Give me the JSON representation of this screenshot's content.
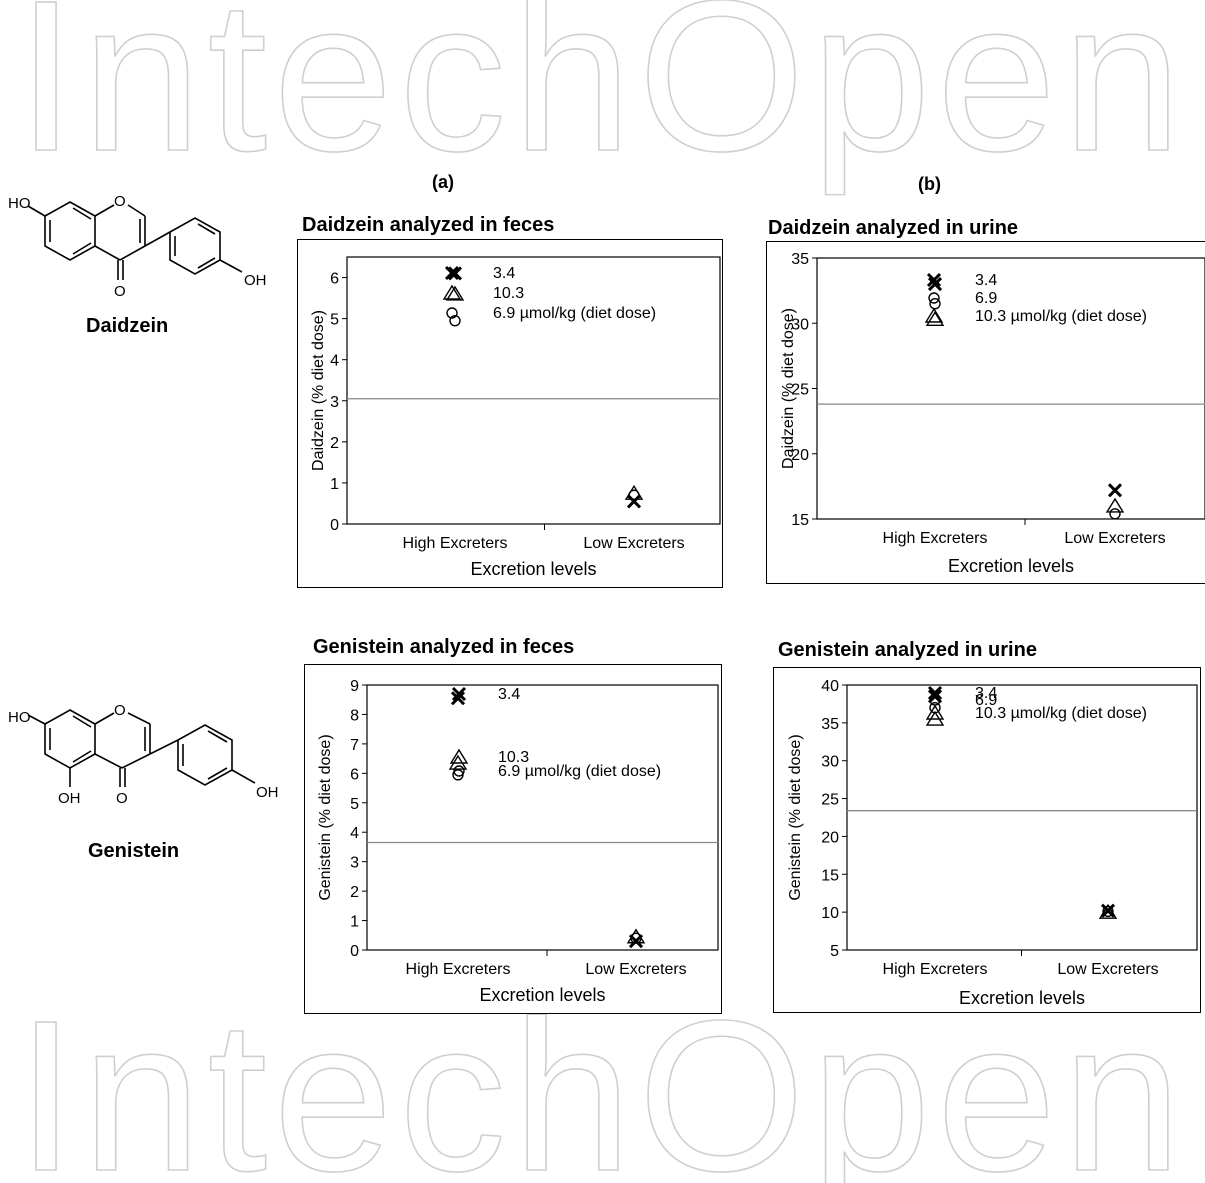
{
  "watermark": "IntechOpen",
  "molecules": [
    {
      "name": "Daidzein",
      "labels": {
        "ho": "HO",
        "oh": "OH",
        "ring_o": "O",
        "keto_o": "O"
      }
    },
    {
      "name": "Genistein",
      "labels": {
        "ho": "HO",
        "oh": "OH",
        "oh5": "OH",
        "ring_o": "O",
        "keto_o": "O"
      }
    }
  ],
  "panel_letters": {
    "a": "(a)",
    "b": "(b)"
  },
  "chart_data": [
    {
      "type": "scatter",
      "title": "Daidzein analyzed in feces",
      "ylabel": "Daidzein (% diet dose)",
      "xlabel": "Excretion levels",
      "categories": [
        "High Excreters",
        "Low Excreters"
      ],
      "ylim": [
        0,
        6.5
      ],
      "yticks": [
        0,
        1,
        2,
        3,
        4,
        5,
        6
      ],
      "reference_line": 3.05,
      "series": [
        {
          "name": "3.4",
          "marker": "x",
          "values": [
            6.1,
            0.55
          ]
        },
        {
          "name": "10.3",
          "marker": "triangle",
          "values": [
            5.6,
            0.75
          ]
        },
        {
          "name": "6.9 µmol/kg (diet dose)",
          "marker": "circle",
          "values": [
            4.95,
            0.7
          ]
        }
      ]
    },
    {
      "type": "scatter",
      "title": "Daidzein analyzed in urine",
      "ylabel": "Daidzein (% diet dose)",
      "xlabel": "Excretion levels",
      "categories": [
        "High Excreters",
        "Low Excreters"
      ],
      "ylim": [
        15,
        35
      ],
      "yticks": [
        15,
        20,
        25,
        30,
        35
      ],
      "reference_line": 23.8,
      "series": [
        {
          "name": "3.4",
          "marker": "x",
          "values": [
            33.0,
            17.2
          ]
        },
        {
          "name": "6.9",
          "marker": "circle",
          "values": [
            31.5,
            15.4
          ]
        },
        {
          "name": "10.3 µmol/kg (diet dose)",
          "marker": "triangle",
          "values": [
            30.3,
            16.0
          ]
        }
      ]
    },
    {
      "type": "scatter",
      "title": "Genistein analyzed in feces",
      "ylabel": "Genistein (% diet dose)",
      "xlabel": "Excretion levels",
      "categories": [
        "High Excreters",
        "Low Excreters"
      ],
      "ylim": [
        0,
        9
      ],
      "yticks": [
        0,
        1,
        2,
        3,
        4,
        5,
        6,
        7,
        8,
        9
      ],
      "reference_line": 3.65,
      "series": [
        {
          "name": "3.4",
          "marker": "x",
          "values": [
            8.55,
            0.3
          ]
        },
        {
          "name": "10.3",
          "marker": "triangle",
          "values": [
            6.35,
            0.45
          ]
        },
        {
          "name": "6.9 µmol/kg (diet dose)",
          "marker": "circle",
          "values": [
            5.95,
            0.4
          ]
        }
      ]
    },
    {
      "type": "scatter",
      "title": "Genistein analyzed in urine",
      "ylabel": "Genistein (% diet dose)",
      "xlabel": "Excretion levels",
      "categories": [
        "High Excreters",
        "Low Excreters"
      ],
      "ylim": [
        5,
        40
      ],
      "yticks": [
        5,
        10,
        15,
        20,
        25,
        30,
        35,
        40
      ],
      "reference_line": 23.4,
      "series": [
        {
          "name": "3.4",
          "marker": "x",
          "values": [
            38.5,
            10.2
          ]
        },
        {
          "name": "6.9",
          "marker": "circle",
          "values": [
            37.0,
            10.1
          ]
        },
        {
          "name": "10.3 µmol/kg (diet dose)",
          "marker": "triangle",
          "values": [
            35.5,
            10.0
          ]
        }
      ]
    }
  ]
}
